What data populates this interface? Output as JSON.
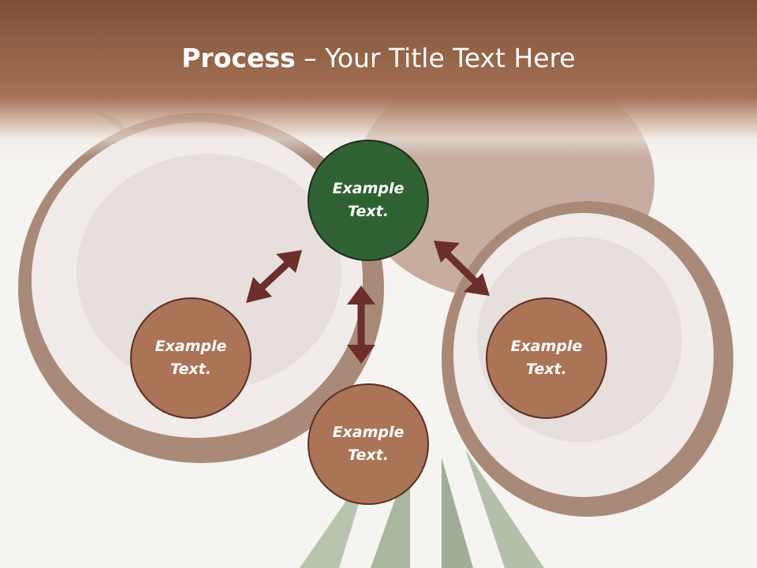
{
  "slide": {
    "title_bold": "Process",
    "title_rest": " – Your Title Text Here"
  },
  "nodes": {
    "top": "Example Text.",
    "left": "Example Text.",
    "right": "Example Text.",
    "bottom": "Example Text."
  },
  "colors": {
    "header": "#a06e52",
    "primary_node": "#2f6232",
    "secondary_node": "#ab7457",
    "arrow": "#6b2e2a",
    "node_border": "#5a2f26"
  }
}
